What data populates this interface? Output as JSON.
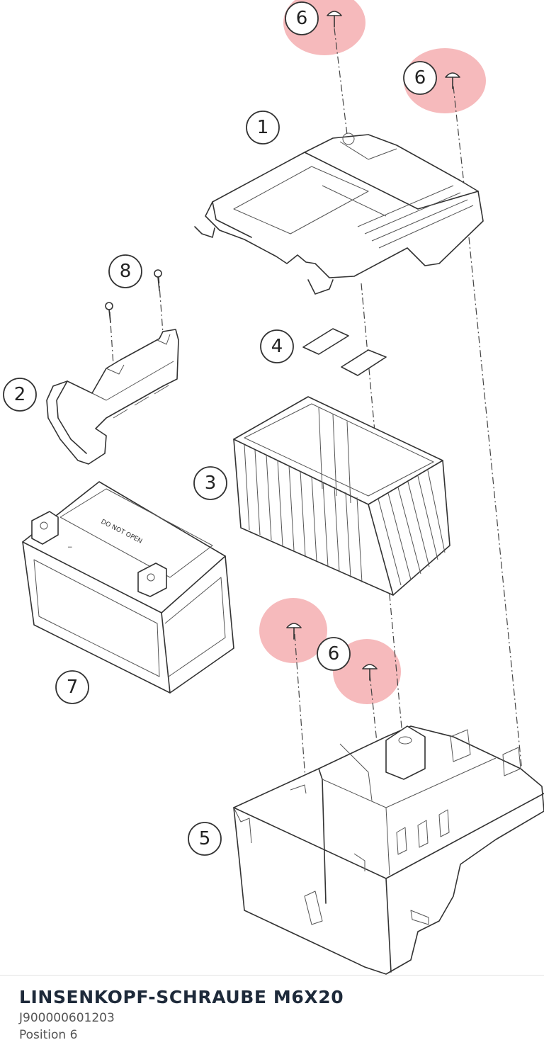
{
  "diagram": {
    "callouts": {
      "c1": "1",
      "c2": "2",
      "c3": "3",
      "c4": "4",
      "c5": "5",
      "c6a": "6",
      "c6b": "6",
      "c6c": "6",
      "c7": "7",
      "c8": "8"
    },
    "battery_label": "DO NOT OPEN",
    "highlight_color": "#f3a3a6",
    "highlighted_position": "6"
  },
  "part": {
    "title": "LINSENKOPF-SCHRAUBE M6X20",
    "number": "J900000601203",
    "position": "Position 6"
  }
}
